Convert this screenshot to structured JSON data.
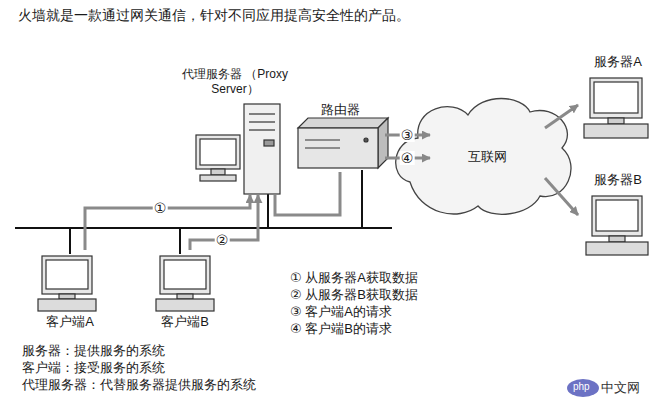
{
  "diagram": {
    "title": "火墙就是一款通过网关通信，针对不同应用提高安全性的产品。",
    "nodes": [
      {
        "text": [
          "代理服务器 （Proxy Server）"
        ]
      },
      {
        "text": [
          "路由器"
        ]
      },
      {
        "text": [
          "互联网"
        ]
      },
      {
        "text": [
          "服务器A"
        ]
      },
      {
        "text": [
          "服务器B"
        ]
      },
      {
        "text": [
          "客户端A"
        ]
      },
      {
        "text": [
          "客户端B"
        ]
      }
    ],
    "edges": [
      {
        "from": 5,
        "to": 0,
        "arrow": "to",
        "label": "①"
      },
      {
        "from": 6,
        "to": 0,
        "arrow": "to",
        "label": "②"
      },
      {
        "from": 0,
        "to": 1,
        "arrow": "none"
      },
      {
        "from": 1,
        "to": 2,
        "arrow": "to",
        "label": "③"
      },
      {
        "from": 1,
        "to": 2,
        "arrow": "to",
        "label": "④"
      },
      {
        "from": 2,
        "to": 3,
        "arrow": "to"
      },
      {
        "from": 2,
        "to": 4,
        "arrow": "to"
      }
    ],
    "labels": [
      "① 从服务器A获取数据",
      "② 从服务器B获取数据",
      "③ 客户端A的请求",
      "④ 客户端B的请求",
      "服务器：提供服务的系统",
      "客户端：接受服务的系统",
      "代理服务器：代替服务器提供服务的系统",
      "php",
      "中文网"
    ]
  }
}
